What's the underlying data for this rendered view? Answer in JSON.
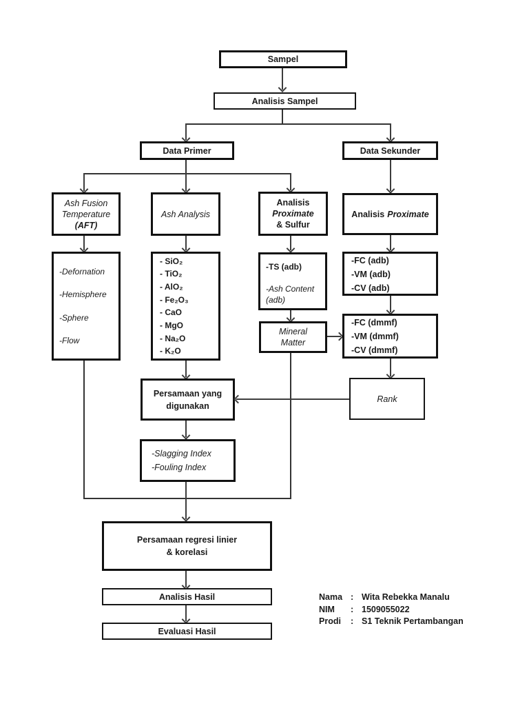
{
  "boxes": {
    "sampel": "Sampel",
    "analisis_sampel": "Analisis Sampel",
    "data_primer": "Data Primer",
    "data_sekunder": "Data Sekunder",
    "aft": {
      "line1": "Ash Fusion",
      "line2": "Temperature",
      "line3": "(AFT)"
    },
    "ash_analysis": "Ash Analysis",
    "prox_sulfur": {
      "line1": "Analisis",
      "line2": "Proximate",
      "line3": "& Sulfur"
    },
    "analisis_proximate": {
      "word1": "Analisis",
      "word2": "Proximate"
    },
    "aft_items": [
      "-Defornation",
      "-Hemisphere",
      "-Sphere",
      "-Flow"
    ],
    "ash_items": [
      "- SiO₂",
      "- TiO₂",
      "- AlO₂",
      "- Fe₂O₃",
      "- CaO",
      "- MgO",
      "- Na₂O",
      "- K₂O"
    ],
    "ts": {
      "line1": "-TS (adb)",
      "line2": "-Ash Content (adb)"
    },
    "fc_adb": [
      "-FC (adb)",
      "-VM (adb)",
      "-CV (adb)"
    ],
    "mineral_matter": {
      "line1": "Mineral",
      "line2": "Matter"
    },
    "fc_dmmf": [
      "-FC (dmmf)",
      "-VM (dmmf)",
      "-CV (dmmf)"
    ],
    "persamaan": {
      "line1": "Persamaan yang",
      "line2": "digunakan"
    },
    "rank": "Rank",
    "slagging": [
      "-Slagging Index",
      "-Fouling Index"
    ],
    "regresi": {
      "line1": "Persamaan regresi linier",
      "line2": "& korelasi"
    },
    "analisis_hasil": "Analisis Hasil",
    "evaluasi_hasil": "Evaluasi Hasil"
  },
  "signature": {
    "rows": [
      {
        "label": "Nama",
        "sep": ":",
        "value": "Wita Rebekka Manalu"
      },
      {
        "label": "NIM",
        "sep": ":",
        "value": "1509055022"
      },
      {
        "label": "Prodi",
        "sep": ":",
        "value": "S1 Teknik Pertambangan"
      }
    ]
  },
  "colors": {
    "background": "#ffffff",
    "line": "#3c3c3c",
    "border": "#111111",
    "text": "#1a1a1a"
  }
}
